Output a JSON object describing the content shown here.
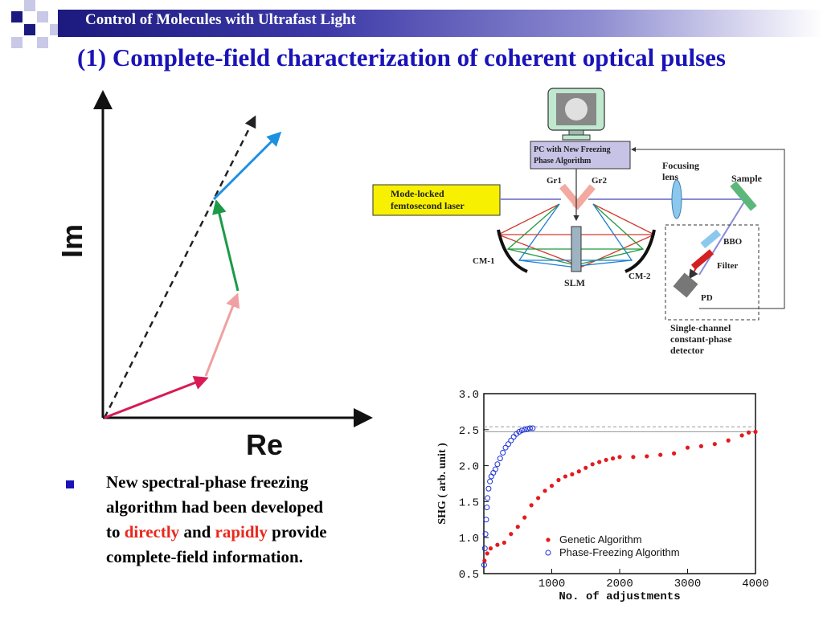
{
  "header": {
    "title": "Control of Molecules with Ultrafast Light"
  },
  "slide": {
    "title": "(1) Complete-field characterization of coherent optical pulses"
  },
  "phasor_diagram": {
    "x_label": "Re",
    "y_label": "Im"
  },
  "setup_diagram": {
    "pc_label_1": "PC with New Freezing",
    "pc_label_2": "Phase Algorithm",
    "laser_label_1": "Mode-locked",
    "laser_label_2": "femtosecond laser",
    "gr1": "Gr1",
    "gr2": "Gr2",
    "focusing_1": "Focusing",
    "focusing_2": "lens",
    "sample": "Sample",
    "bbo": "BBO",
    "filter": "Filter",
    "pd": "PD",
    "cm1": "CM-1",
    "cm2": "CM-2",
    "slm": "SLM",
    "detector_1": "Single-channel",
    "detector_2": "constant-phase",
    "detector_3": "detector"
  },
  "chart_data": {
    "type": "scatter",
    "xlabel": "No. of adjustments",
    "ylabel": "SHG ( arb. unit )",
    "xlim": [
      0,
      4000
    ],
    "ylim": [
      0.5,
      3.0
    ],
    "x_ticks": [
      "1000",
      "2000",
      "3000",
      "4000"
    ],
    "y_ticks": [
      "0.5",
      "1.0",
      "1.5",
      "2.0",
      "2.5",
      "3.0"
    ],
    "reference_lines": [
      2.47,
      2.54
    ],
    "series": [
      {
        "name": "Genetic Algorithm",
        "color": "#e41a1c",
        "marker": "filled-dot",
        "points": [
          [
            10,
            0.68
          ],
          [
            50,
            0.78
          ],
          [
            100,
            0.85
          ],
          [
            200,
            0.9
          ],
          [
            300,
            0.93
          ],
          [
            400,
            1.05
          ],
          [
            500,
            1.15
          ],
          [
            600,
            1.28
          ],
          [
            700,
            1.45
          ],
          [
            800,
            1.55
          ],
          [
            900,
            1.65
          ],
          [
            1000,
            1.72
          ],
          [
            1100,
            1.8
          ],
          [
            1200,
            1.85
          ],
          [
            1300,
            1.88
          ],
          [
            1400,
            1.92
          ],
          [
            1500,
            1.97
          ],
          [
            1600,
            2.02
          ],
          [
            1700,
            2.05
          ],
          [
            1800,
            2.08
          ],
          [
            1900,
            2.1
          ],
          [
            2000,
            2.12
          ],
          [
            2200,
            2.12
          ],
          [
            2400,
            2.13
          ],
          [
            2600,
            2.15
          ],
          [
            2800,
            2.17
          ],
          [
            3000,
            2.25
          ],
          [
            3200,
            2.27
          ],
          [
            3400,
            2.3
          ],
          [
            3600,
            2.35
          ],
          [
            3800,
            2.42
          ],
          [
            3900,
            2.46
          ],
          [
            4000,
            2.47
          ]
        ]
      },
      {
        "name": "Phase-Freezing Algorithm",
        "color": "#1a2fd6",
        "marker": "open-circle",
        "points": [
          [
            5,
            0.62
          ],
          [
            15,
            0.85
          ],
          [
            25,
            1.05
          ],
          [
            35,
            1.25
          ],
          [
            45,
            1.42
          ],
          [
            55,
            1.55
          ],
          [
            70,
            1.68
          ],
          [
            90,
            1.78
          ],
          [
            110,
            1.85
          ],
          [
            140,
            1.9
          ],
          [
            170,
            1.95
          ],
          [
            200,
            2.02
          ],
          [
            240,
            2.1
          ],
          [
            280,
            2.18
          ],
          [
            320,
            2.25
          ],
          [
            360,
            2.3
          ],
          [
            400,
            2.35
          ],
          [
            440,
            2.4
          ],
          [
            480,
            2.44
          ],
          [
            520,
            2.47
          ],
          [
            560,
            2.49
          ],
          [
            600,
            2.5
          ],
          [
            640,
            2.51
          ],
          [
            680,
            2.52
          ],
          [
            720,
            2.52
          ]
        ]
      }
    ]
  },
  "bullet": {
    "line1": "New spectral-phase freezing",
    "line2": "algorithm had been developed",
    "line3_prefix": "to ",
    "line3_word1": "directly",
    "line3_mid": " and ",
    "line3_word2": "rapidly",
    "line3_suffix": " provide",
    "line4": "complete-field information."
  }
}
